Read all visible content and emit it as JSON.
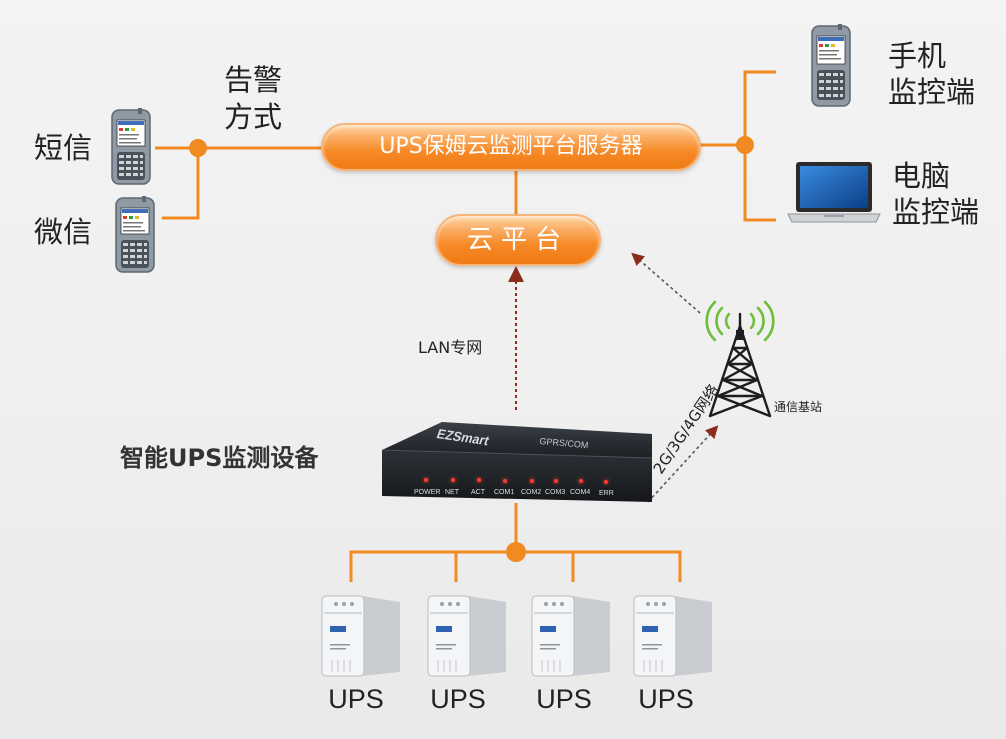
{
  "alert": {
    "title_line1": "告警",
    "title_line2": "方式",
    "sms_label": "短信",
    "wechat_label": "微信"
  },
  "server": {
    "label": "UPS保姆云监测平台服务器"
  },
  "cloud": {
    "label": "云平台"
  },
  "clients": {
    "mobile_line1": "手机",
    "mobile_line2": "监控端",
    "pc_line1": "电脑",
    "pc_line2": "监控端"
  },
  "network": {
    "lan_label": "LAN专网",
    "base_station_label": "通信基站",
    "mobile_net_label": "2G/3G/4G网络"
  },
  "device": {
    "title": "智能UPS监测设备",
    "brand": "EZSmart",
    "model": "GPRS/COM",
    "ports": [
      "POWER",
      "NET",
      "ACT",
      "COM1",
      "COM2",
      "COM3",
      "COM4",
      "ERR"
    ]
  },
  "ups_units": [
    "UPS",
    "UPS",
    "UPS",
    "UPS"
  ],
  "colors": {
    "accent": "#f28a22",
    "pill": "#f47f1a",
    "text": "#222222",
    "dashed_arrow": "#8b2c1d"
  }
}
